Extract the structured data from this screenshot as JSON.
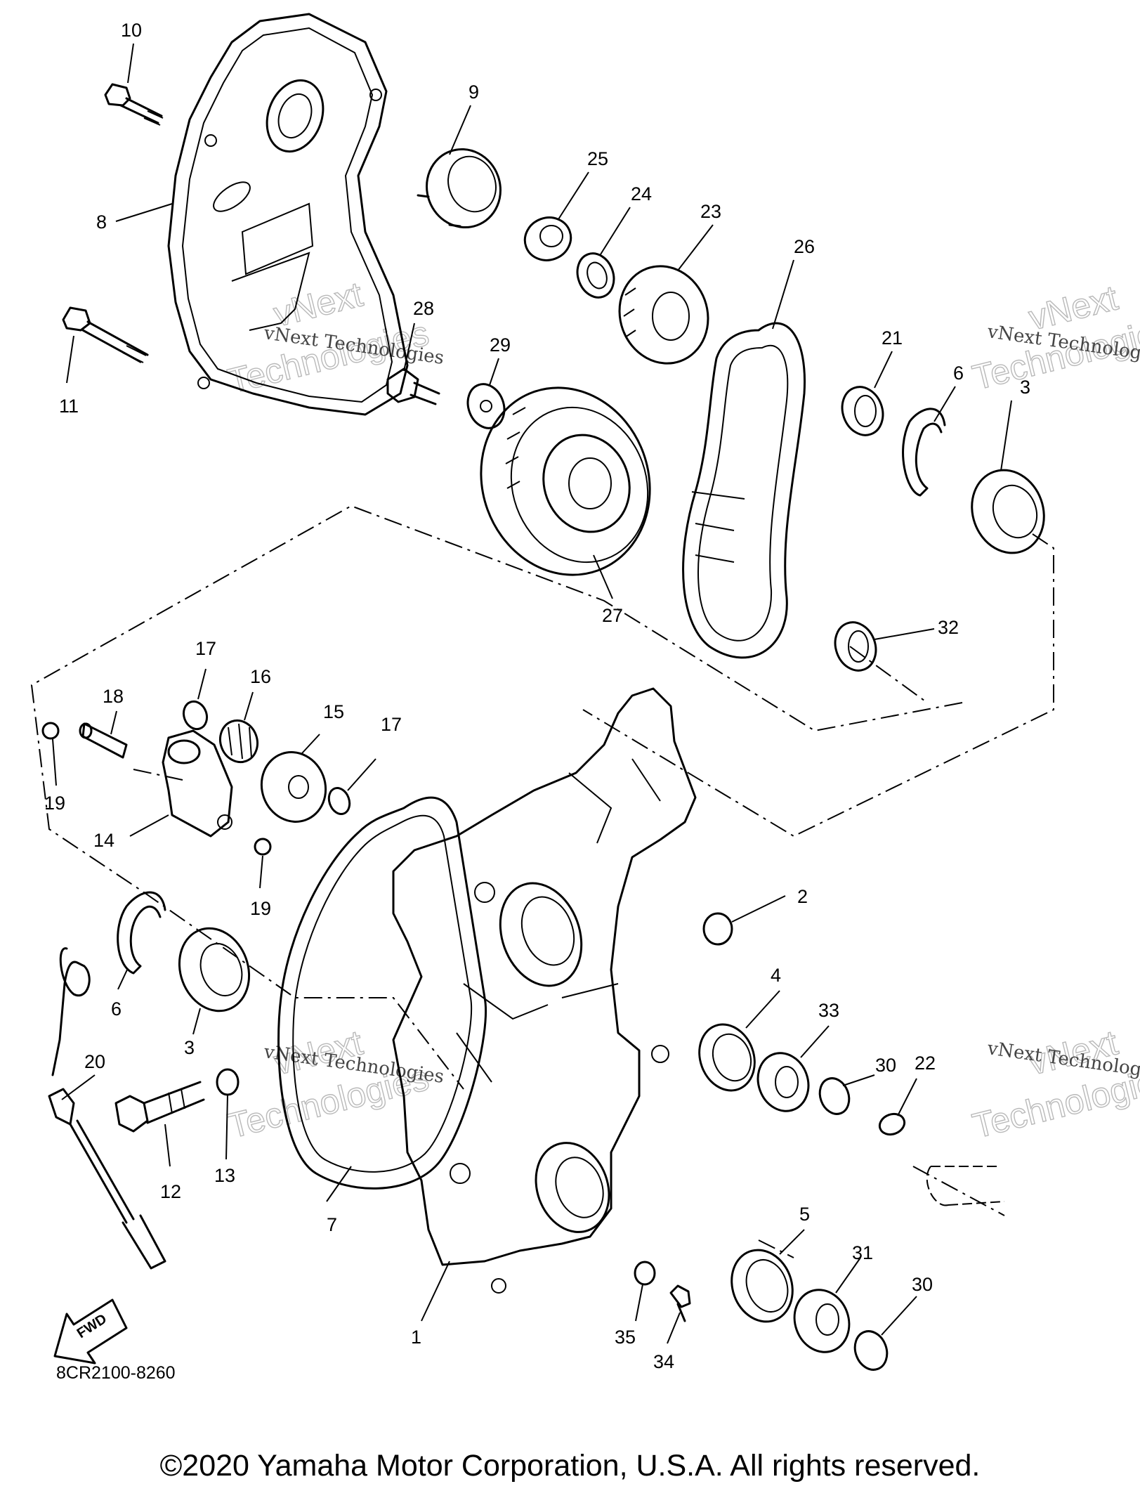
{
  "diagram": {
    "callouts": [
      {
        "num": "10"
      },
      {
        "num": "9"
      },
      {
        "num": "8"
      },
      {
        "num": "11"
      },
      {
        "num": "28"
      },
      {
        "num": "29"
      },
      {
        "num": "25"
      },
      {
        "num": "24"
      },
      {
        "num": "23"
      },
      {
        "num": "26"
      },
      {
        "num": "21"
      },
      {
        "num": "6"
      },
      {
        "num": "3"
      },
      {
        "num": "27"
      },
      {
        "num": "32"
      },
      {
        "num": "17"
      },
      {
        "num": "16"
      },
      {
        "num": "15"
      },
      {
        "num": "18"
      },
      {
        "num": "17"
      },
      {
        "num": "19"
      },
      {
        "num": "14"
      },
      {
        "num": "19"
      },
      {
        "num": "2"
      },
      {
        "num": "6"
      },
      {
        "num": "3"
      },
      {
        "num": "4"
      },
      {
        "num": "33"
      },
      {
        "num": "30"
      },
      {
        "num": "22"
      },
      {
        "num": "20"
      },
      {
        "num": "12"
      },
      {
        "num": "13"
      },
      {
        "num": "7"
      },
      {
        "num": "5"
      },
      {
        "num": "31"
      },
      {
        "num": "30"
      },
      {
        "num": "35"
      },
      {
        "num": "34"
      },
      {
        "num": "1"
      }
    ],
    "watermark_text": "vNext Technologies",
    "watermark_lines": [
      "vNext",
      "Technologies"
    ],
    "fwd_label": "FWD",
    "drawing_code": "8CR2100-8260"
  },
  "footer": {
    "copyright": "©2020 Yamaha Motor Corporation, U.S.A. All rights reserved."
  }
}
